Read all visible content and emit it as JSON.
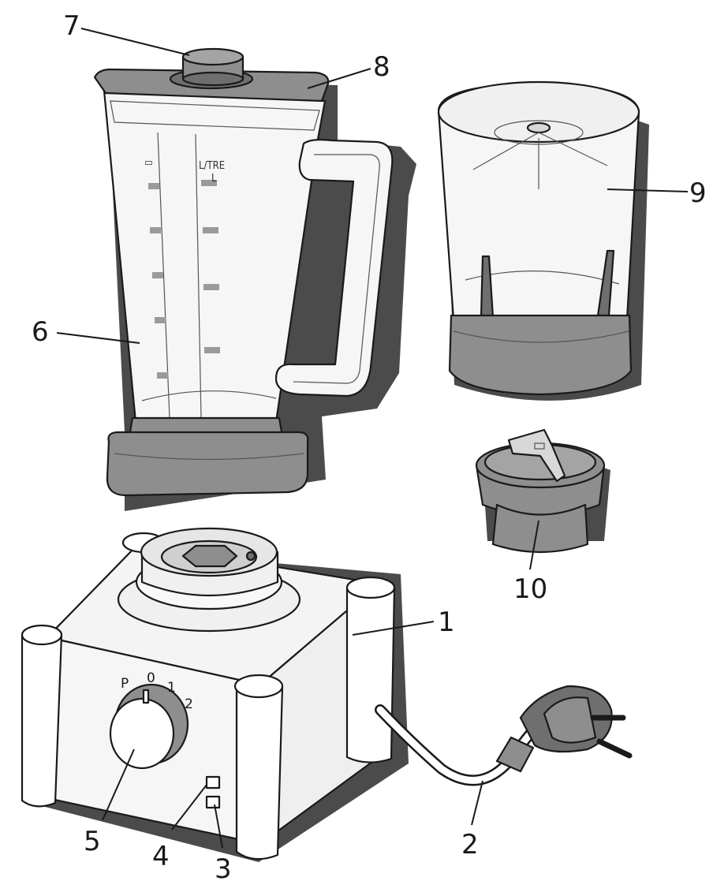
{
  "callouts": [
    {
      "id": "1",
      "label": "1"
    },
    {
      "id": "2",
      "label": "2"
    },
    {
      "id": "3",
      "label": "3"
    },
    {
      "id": "4",
      "label": "4"
    },
    {
      "id": "5",
      "label": "5"
    },
    {
      "id": "6",
      "label": "6"
    },
    {
      "id": "7",
      "label": "7"
    },
    {
      "id": "8",
      "label": "8"
    },
    {
      "id": "9",
      "label": "9"
    },
    {
      "id": "10",
      "label": "10"
    }
  ],
  "dial": {
    "p": "P",
    "zero": "0",
    "one": "1",
    "two": "2"
  },
  "jar_scale": {
    "unit_top": "L/TRE",
    "unit_bottom": "L"
  },
  "colors": {
    "body_fill": "#f4f4f4",
    "grey_part": "#8e8e8e",
    "dark_grey": "#6f6f6f",
    "light_grey": "#d8d8d8",
    "outline": "#1a1a1a"
  }
}
